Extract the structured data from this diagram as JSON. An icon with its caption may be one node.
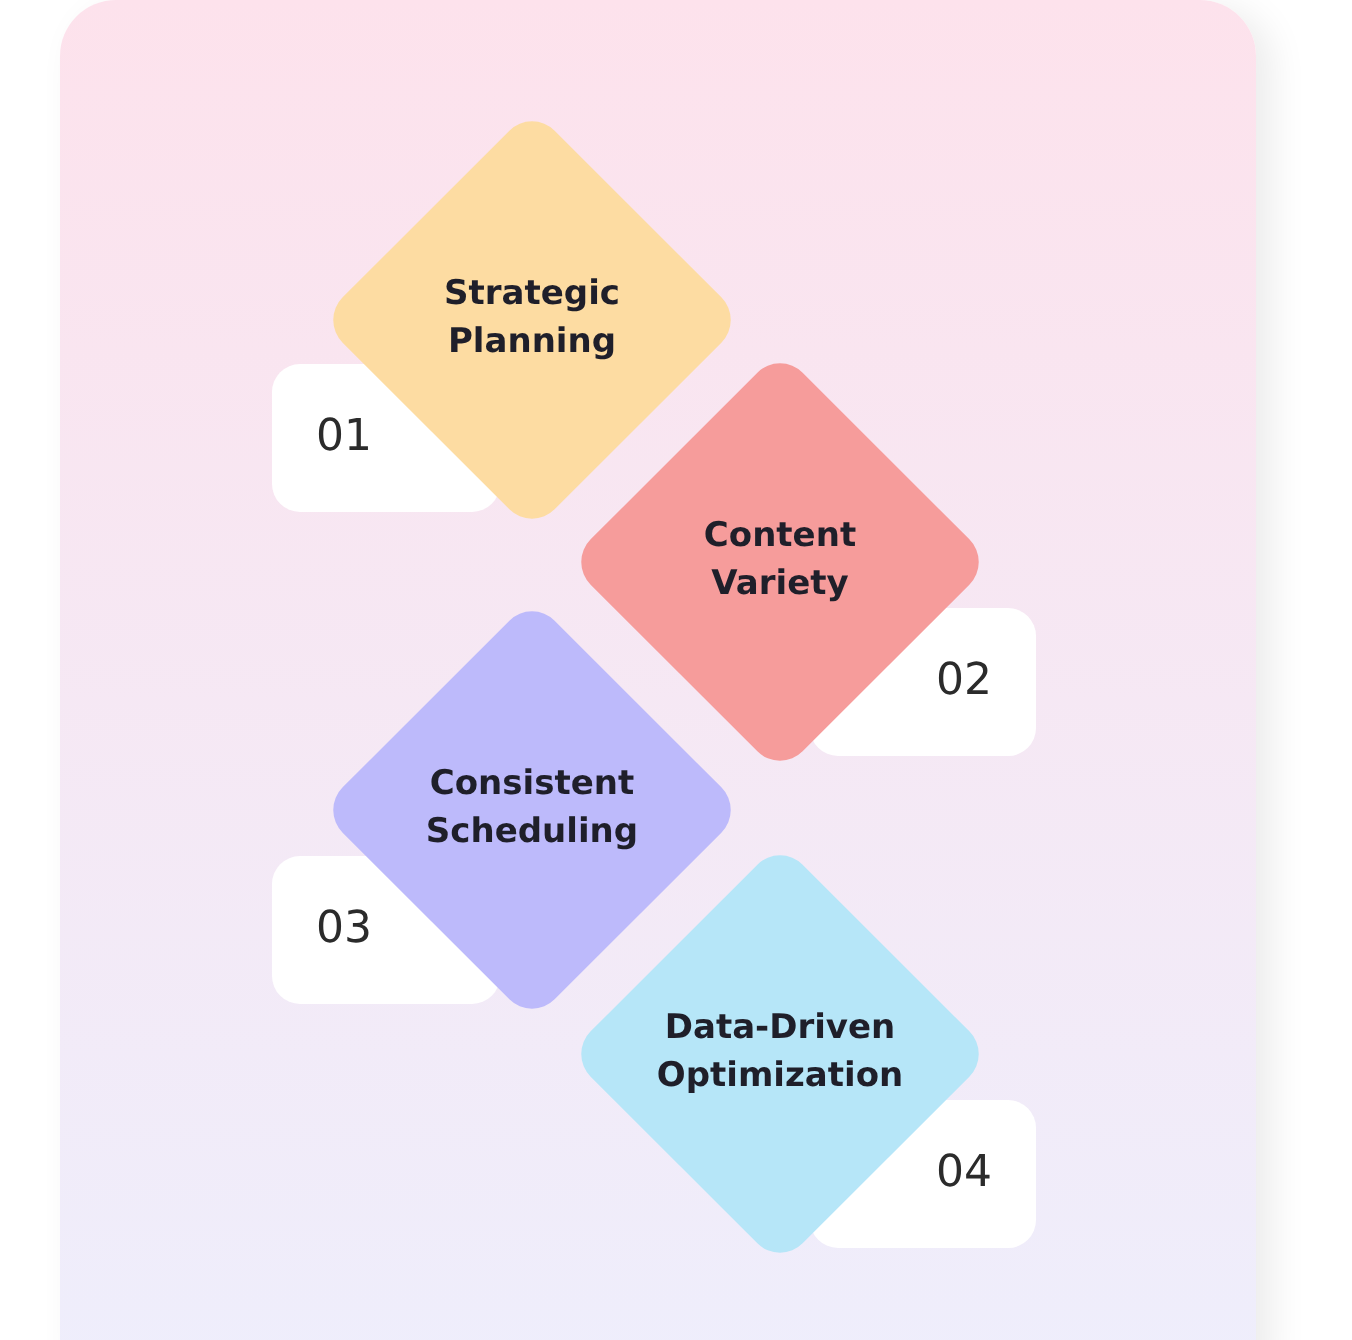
{
  "diagram": {
    "nodes": [
      {
        "text": [
          "Strategic Planning"
        ]
      },
      {
        "text": [
          "01"
        ]
      },
      {
        "text": [
          "Content Variety"
        ]
      },
      {
        "text": [
          "02"
        ]
      },
      {
        "text": [
          "Consistent Scheduling"
        ]
      },
      {
        "text": [
          "03"
        ]
      },
      {
        "text": [
          "Data-Driven Optimization"
        ]
      },
      {
        "text": [
          "04"
        ]
      }
    ]
  }
}
